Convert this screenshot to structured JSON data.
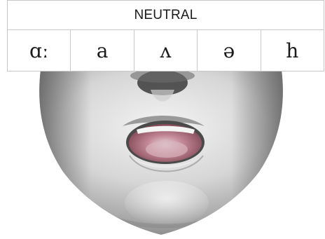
{
  "table": {
    "title": "NEUTRAL",
    "symbols": [
      "ɑː",
      "a",
      "ʌ",
      "ə",
      "h"
    ]
  },
  "illustration": {
    "icon": "neutral-mouth-face-icon",
    "colors": {
      "skin_light": "#f2f2f2",
      "skin_mid": "#b8b8b8",
      "skin_dark": "#5e5e5e",
      "mouth_inner": "#c58a99",
      "teeth": "#f4f4f4"
    }
  }
}
